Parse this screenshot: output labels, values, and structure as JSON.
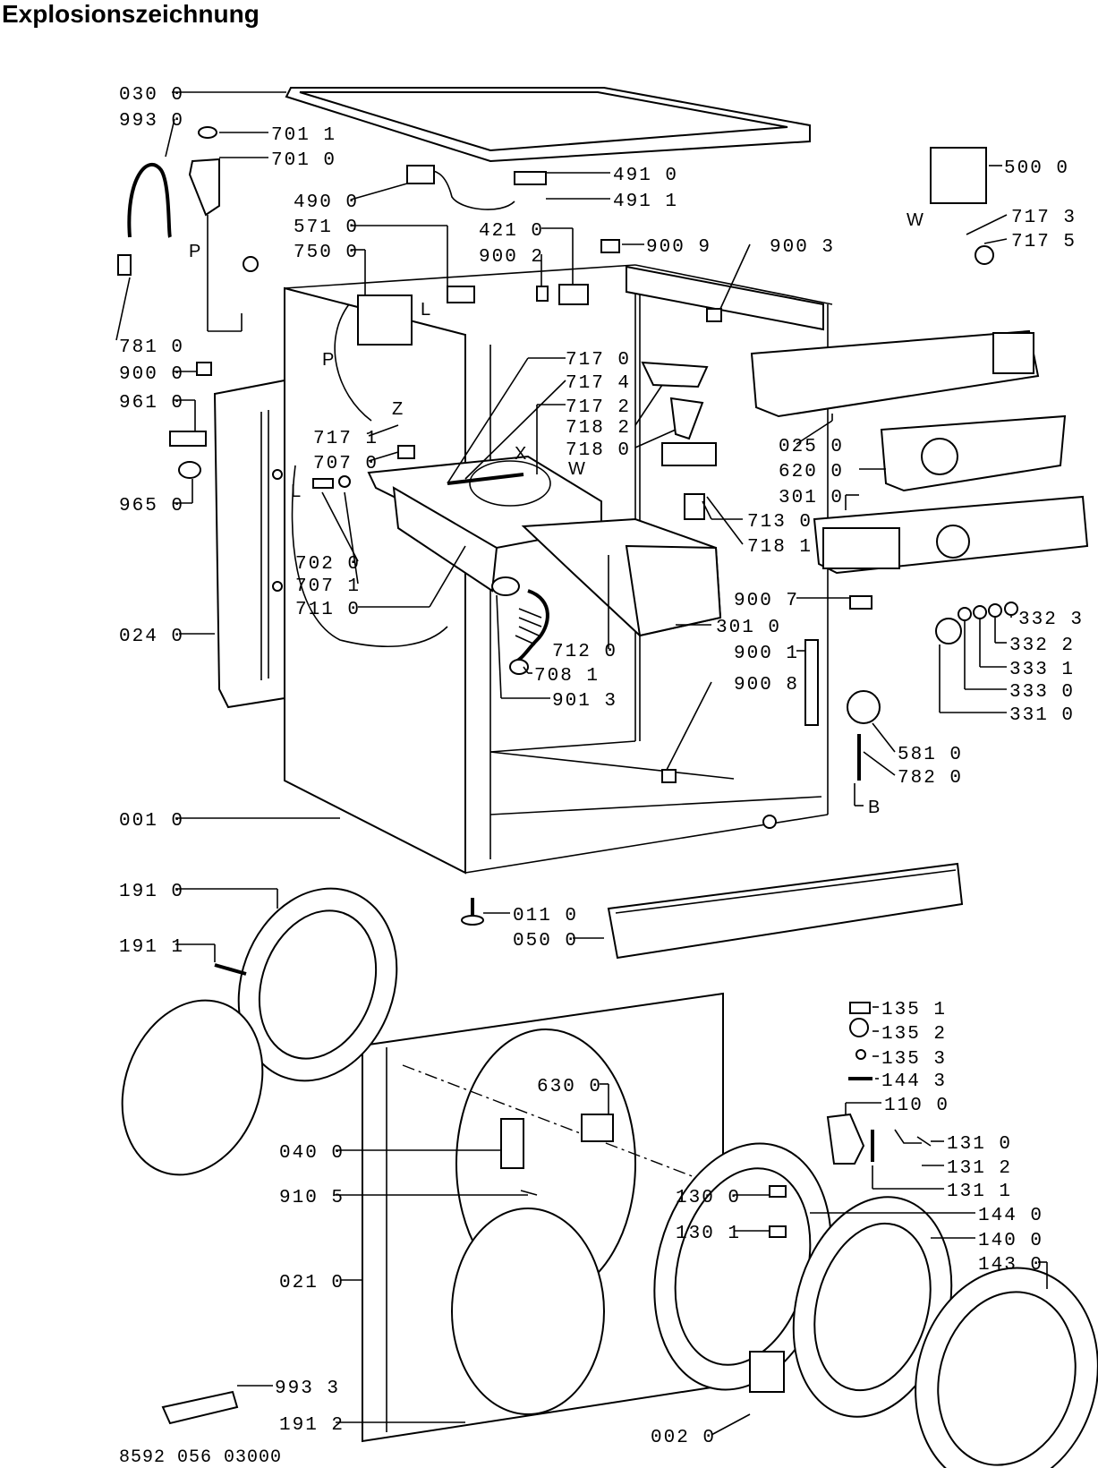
{
  "page_title": "Explosionszeichnung",
  "footer_code": "8592 056 03000",
  "letters": [
    "P",
    "P",
    "L",
    "L",
    "Z",
    "X",
    "W",
    "W",
    "B"
  ],
  "labels": [
    "030 0",
    "993 0",
    "701 1",
    "701 0",
    "491 0",
    "490 0",
    "491 1",
    "571 0",
    "421 0",
    "900 9",
    "900 3",
    "750 0",
    "900 2",
    "500 0",
    "717 3",
    "717 5",
    "781 0",
    "900 0",
    "961 0",
    "965 0",
    "717 0",
    "717 4",
    "717 2",
    "718 2",
    "718 0",
    "717 1",
    "707 0",
    "025 0",
    "620 0",
    "301 0",
    "713 0",
    "718 1",
    "702 0",
    "707 1",
    "711 0",
    "900 7",
    "301 0",
    "332 3",
    "332 2",
    "333 1",
    "333 0",
    "331 0",
    "024 0",
    "712 0",
    "708 1",
    "901 3",
    "900 1",
    "900 8",
    "581 0",
    "782 0",
    "001 0",
    "191 0",
    "011 0",
    "050 0",
    "191 1",
    "135 1",
    "135 2",
    "135 3",
    "144 3",
    "110 0",
    "630 0",
    "131 0",
    "131 2",
    "131 1",
    "040 0",
    "910 5",
    "130 0",
    "130 1",
    "144 0",
    "140 0",
    "143 0",
    "021 0",
    "191 2",
    "993 3",
    "002 0"
  ]
}
